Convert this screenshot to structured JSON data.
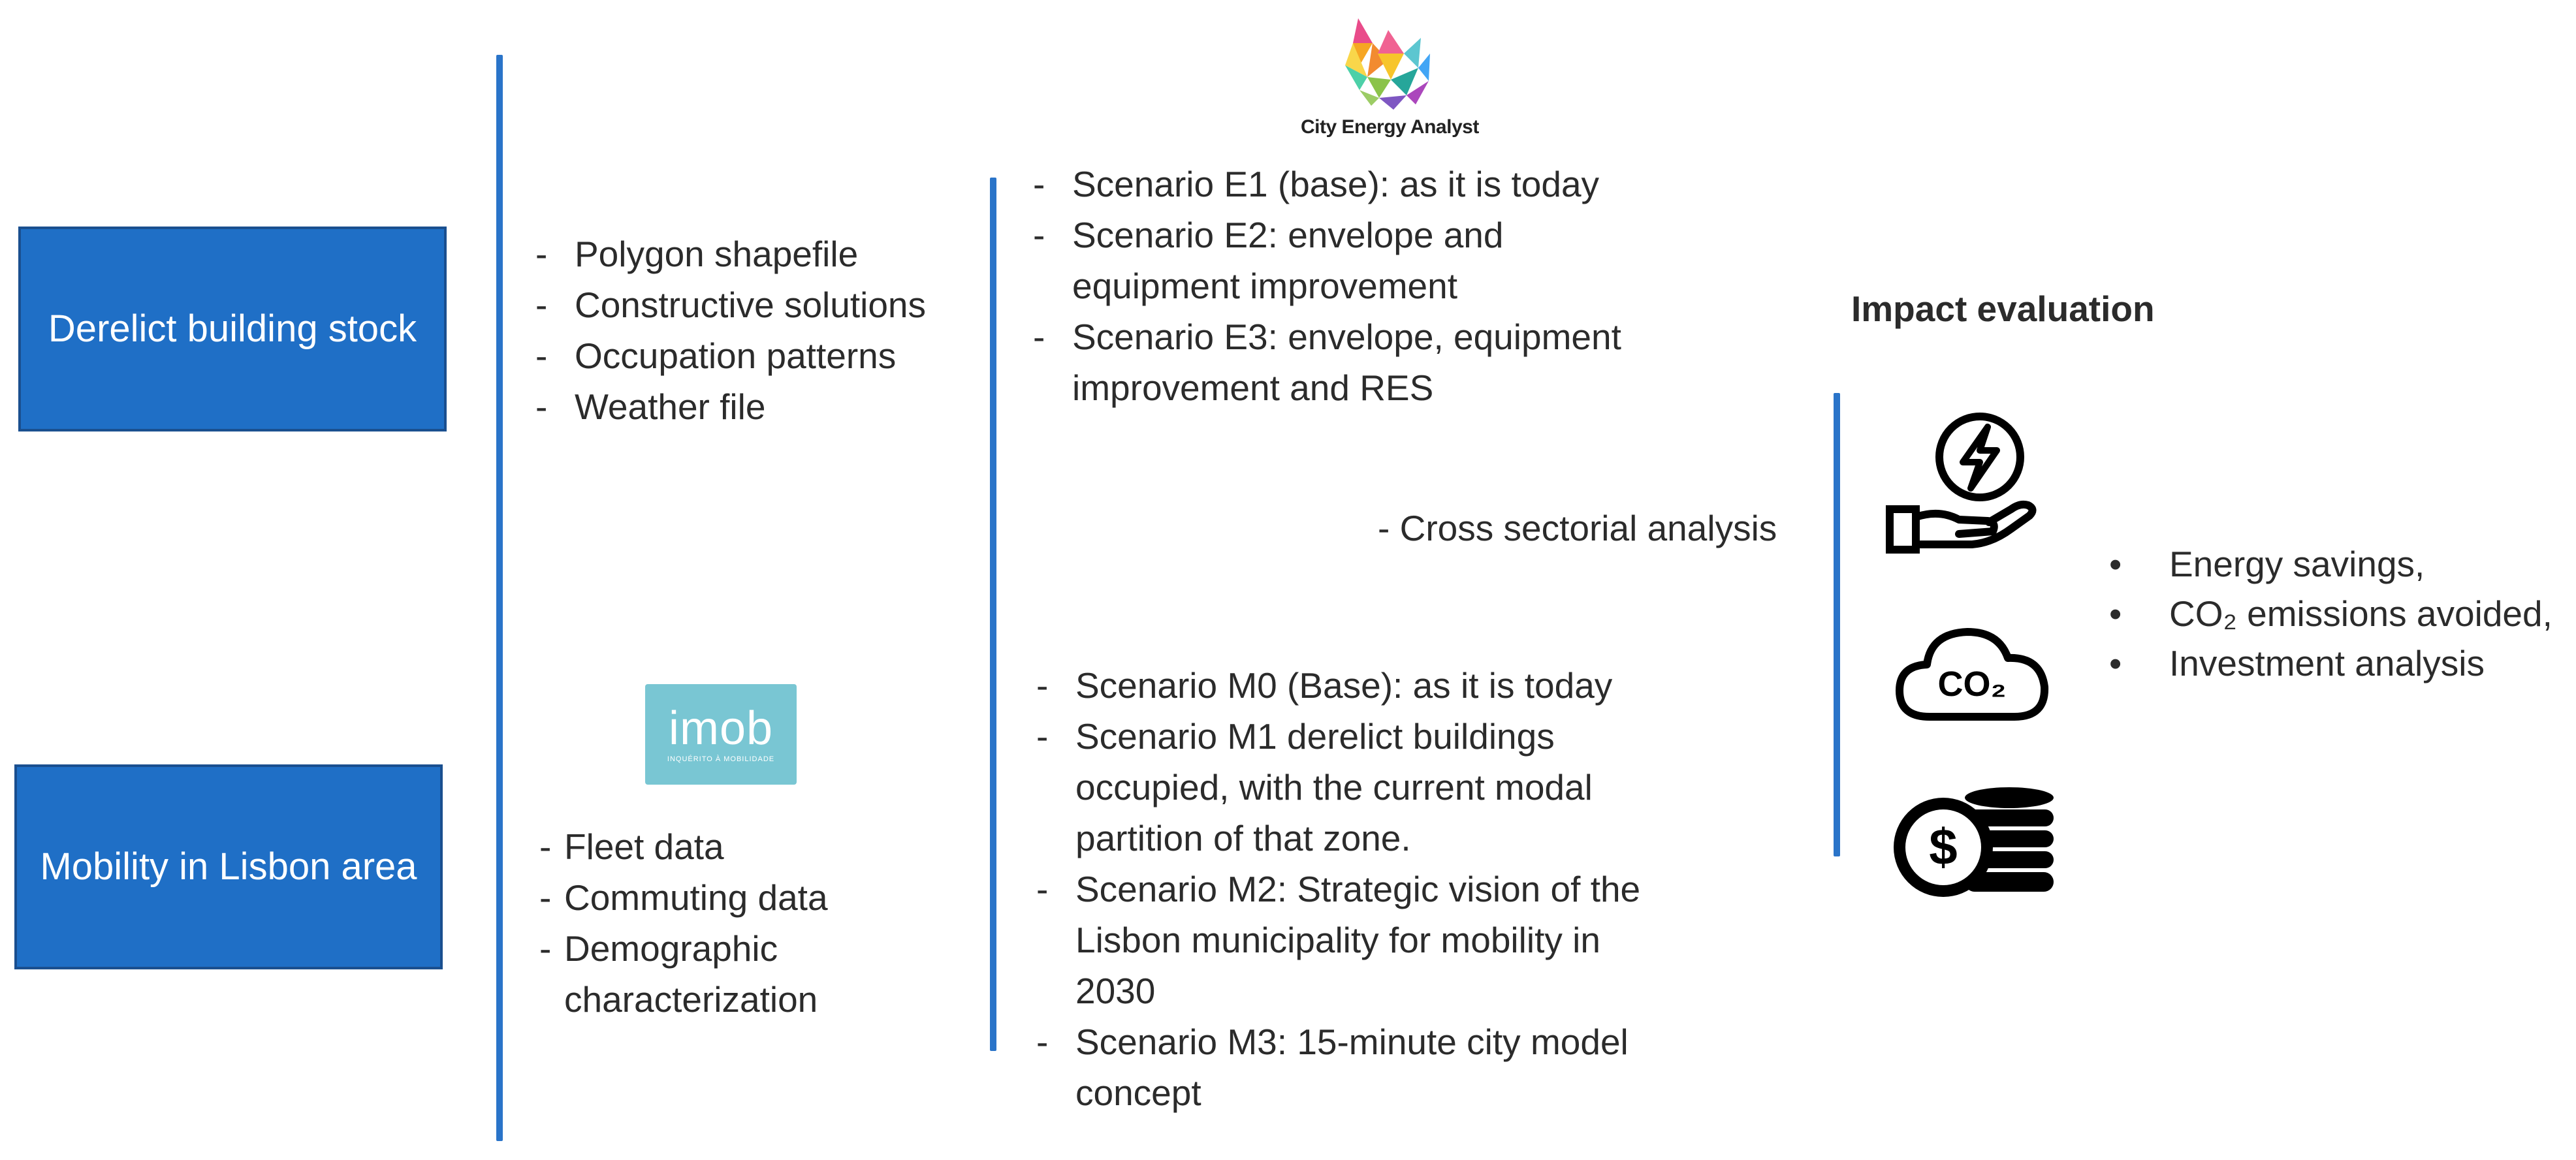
{
  "inputs": [
    {
      "label": "Derelict building stock",
      "color": "#1f6fc6"
    },
    {
      "label": "Mobility in Lisbon area",
      "color": "#1f6fc6"
    }
  ],
  "building_data": {
    "items": [
      "Polygon shapefile",
      "Constructive solutions",
      "Occupation patterns",
      "Weather file"
    ]
  },
  "mobility_data": {
    "logo_name": "imob",
    "logo_sub": "INQUÉRITO À MOBILIDADE",
    "items": [
      "Fleet data",
      "Commuting data",
      "Demographic characterization"
    ]
  },
  "cea": {
    "caption": "City Energy Analyst"
  },
  "energy_scenarios": [
    "Scenario E1 (base): as it is today",
    "Scenario E2: envelope and equipment improvement",
    "Scenario E3: envelope, equipment improvement and RES"
  ],
  "cross_analysis": "- Cross sectorial analysis",
  "mobility_scenarios": [
    "Scenario M0 (Base): as it is today",
    "Scenario M1 derelict buildings occupied, with the current modal partition of that zone.",
    "Scenario M2: Strategic vision of the Lisbon municipality for mobility in 2030",
    "Scenario M3: 15-minute city model concept"
  ],
  "impact": {
    "title": "Impact evaluation",
    "icons": [
      "energy-hand-icon",
      "co2-cloud-icon",
      "dollar-coins-icon"
    ],
    "co2_label": "CO₂",
    "outcomes": [
      "Energy savings,",
      "CO₂ emissions avoided,",
      "Investment analysis"
    ]
  },
  "accent_color": "#2a74c9"
}
